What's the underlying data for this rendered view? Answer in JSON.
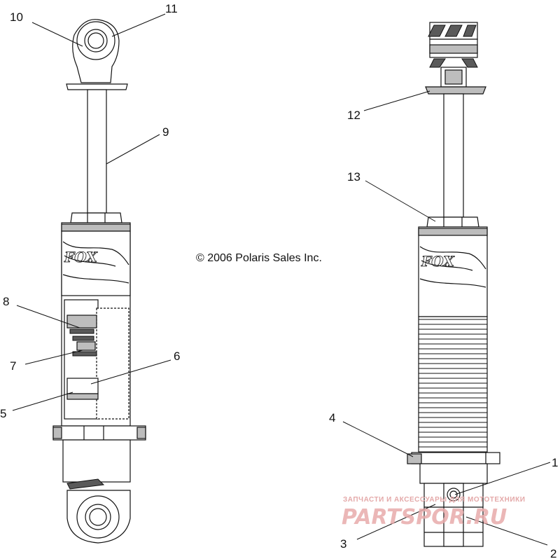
{
  "copyright": "© 2006 Polaris Sales Inc.",
  "watermark": {
    "tagline": "ЗАПЧАСТИ И АКСЕССУАРЫ ДЛЯ МОТОТЕХНИКИ",
    "logo": "PARTSPOR.RU"
  },
  "callouts": {
    "c1": "1",
    "c2": "2",
    "c3": "3",
    "c4": "4",
    "c5": "5",
    "c6": "6",
    "c7": "7",
    "c8": "8",
    "c9": "9",
    "c10": "10",
    "c11": "11",
    "c12": "12",
    "c13": "13"
  },
  "colors": {
    "line": "#111111",
    "shade": "#bdbdbd",
    "watermark": "#e7aaaa"
  }
}
